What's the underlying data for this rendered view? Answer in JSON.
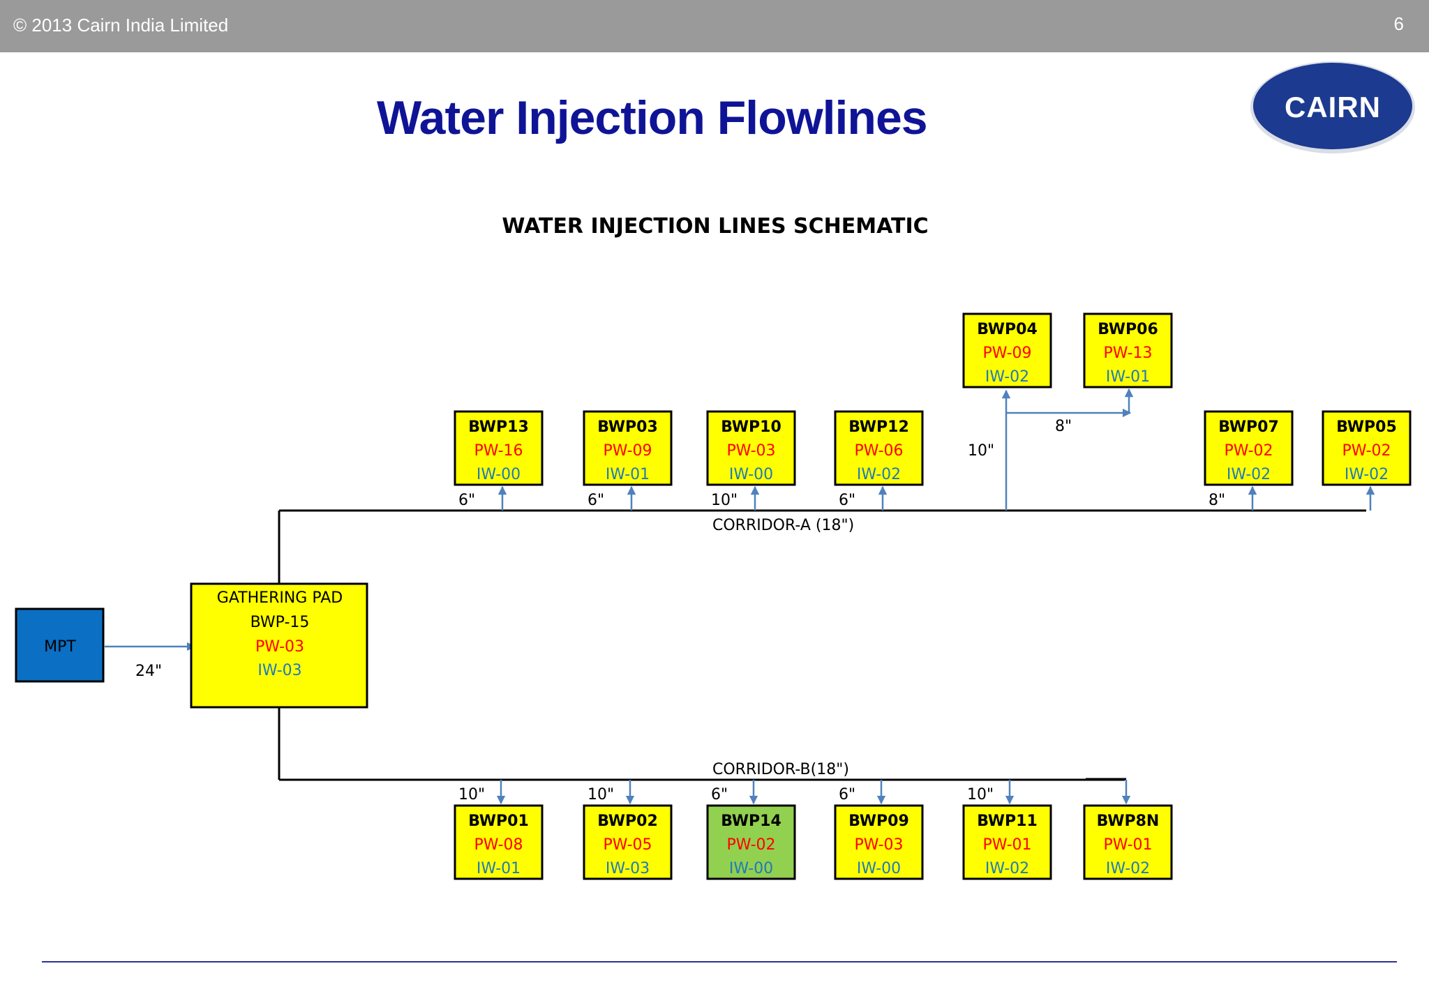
{
  "header": {
    "copyright": "© 2013 Cairn India Limited",
    "page_number": "6"
  },
  "slide_title": "Water Injection Flowlines",
  "logo": {
    "text": "CAIRN",
    "icon": "cairn-logo-icon",
    "color": "#1c3a8f"
  },
  "schematic": {
    "title": "WATER INJECTION LINES SCHEMATIC",
    "mpt": {
      "label": "MPT",
      "color": "#0b6fc4"
    },
    "mpt_line_size": "24\"",
    "gathering_pad": {
      "line1": "GATHERING PAD",
      "line2": "BWP-15",
      "pw": "PW-03",
      "iw": "IW-03"
    },
    "corridor_a_label": "CORRIDOR-A (18\")",
    "corridor_b_label": "CORRIDOR-B(18\")",
    "corridor_a_pads": [
      {
        "name": "BWP13",
        "pw": "PW-16",
        "iw": "IW-00",
        "line": "6\""
      },
      {
        "name": "BWP03",
        "pw": "PW-09",
        "iw": "IW-01",
        "line": "6\""
      },
      {
        "name": "BWP10",
        "pw": "PW-03",
        "iw": "IW-00",
        "line": "10\""
      },
      {
        "name": "BWP12",
        "pw": "PW-06",
        "iw": "IW-02",
        "line": "6\""
      },
      {
        "name": "BWP07",
        "pw": "PW-02",
        "iw": "IW-02",
        "line": "8\""
      },
      {
        "name": "BWP05",
        "pw": "PW-02",
        "iw": "IW-02",
        "line": ""
      }
    ],
    "upper_pads": [
      {
        "name": "BWP04",
        "pw": "PW-09",
        "iw": "IW-02"
      },
      {
        "name": "BWP06",
        "pw": "PW-13",
        "iw": "IW-01"
      }
    ],
    "upper_branch_size": "10\"",
    "upper_link_size": "8\"",
    "corridor_b_pads": [
      {
        "name": "BWP01",
        "pw": "PW-08",
        "iw": "IW-01",
        "line": "10\"",
        "fill": "#ffff00"
      },
      {
        "name": "BWP02",
        "pw": "PW-05",
        "iw": "IW-03",
        "line": "10\"",
        "fill": "#ffff00"
      },
      {
        "name": "BWP14",
        "pw": "PW-02",
        "iw": "IW-00",
        "line": "6\"",
        "fill": "#92d050"
      },
      {
        "name": "BWP09",
        "pw": "PW-03",
        "iw": "IW-00",
        "line": "6\"",
        "fill": "#ffff00"
      },
      {
        "name": "BWP11",
        "pw": "PW-01",
        "iw": "IW-02",
        "line": "10\"",
        "fill": "#ffff00"
      },
      {
        "name": "BWP8N",
        "pw": "PW-01",
        "iw": "IW-02",
        "line": "",
        "fill": "#ffff00"
      }
    ],
    "colors": {
      "pad_fill": "#ffff00",
      "pw_text": "#ff0000",
      "iw_text": "#1f7ab8",
      "arrow": "#4f81bd"
    }
  }
}
